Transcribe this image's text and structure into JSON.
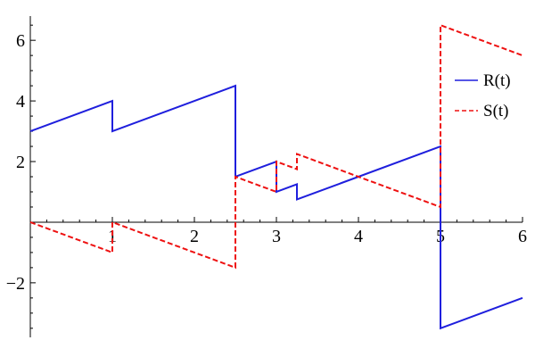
{
  "chart_data": {
    "type": "line",
    "title": "",
    "xlabel": "",
    "ylabel": "",
    "xlim": [
      0,
      6
    ],
    "ylim": [
      -3.8,
      6.8
    ],
    "x_ticks": [
      1,
      2,
      3,
      4,
      5,
      6
    ],
    "x_tick_labels": [
      "1",
      "2",
      "3",
      "4",
      "5",
      "6"
    ],
    "y_ticks": [
      -2,
      2,
      4,
      6
    ],
    "y_tick_labels": [
      "−2",
      "2",
      "4",
      "6"
    ],
    "grid": false,
    "legend": "right",
    "series": [
      {
        "name": "R(t)",
        "color": "#1f1fdd",
        "style": "solid",
        "points": [
          [
            0,
            3.0
          ],
          [
            1,
            4.0
          ],
          [
            1,
            3.0
          ],
          [
            2.5,
            4.5
          ],
          [
            2.5,
            1.5
          ],
          [
            3,
            2.0
          ],
          [
            3,
            1.0
          ],
          [
            3.25,
            1.25
          ],
          [
            3.25,
            0.75
          ],
          [
            5,
            2.5
          ],
          [
            5,
            -3.5
          ],
          [
            6,
            -2.5
          ]
        ]
      },
      {
        "name": "S(t)",
        "color": "#ee1111",
        "style": "dashed",
        "points": [
          [
            0,
            0.0
          ],
          [
            1,
            -1.0
          ],
          [
            1,
            0.0
          ],
          [
            2.5,
            -1.5
          ],
          [
            2.5,
            1.5
          ],
          [
            3,
            1.0
          ],
          [
            3,
            2.0
          ],
          [
            3.25,
            1.75
          ],
          [
            3.25,
            2.25
          ],
          [
            5,
            0.5
          ],
          [
            5,
            6.5
          ],
          [
            6,
            5.5
          ]
        ]
      }
    ]
  }
}
